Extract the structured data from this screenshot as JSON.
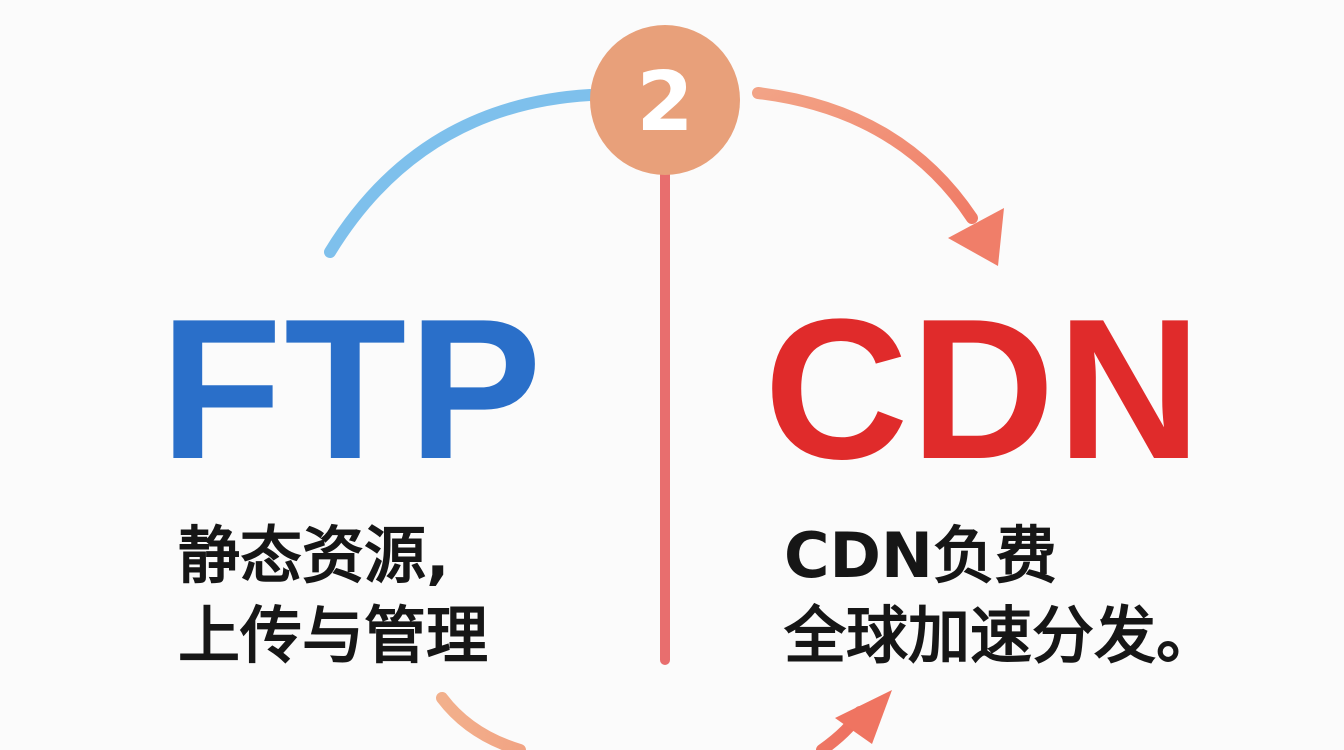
{
  "step": {
    "number": "2",
    "badge_color": "#e8a07a"
  },
  "left": {
    "title": "FTP",
    "title_color": "#2a6fc9",
    "description": [
      "静态资源,",
      "上传与管理"
    ]
  },
  "right": {
    "title": "CDN",
    "title_color": "#e02b2b",
    "description": [
      "CDN负费",
      "全球加速分发。"
    ]
  },
  "colors": {
    "arc_left": "#7ec0ec",
    "arc_right": "#f28c6e",
    "divider": "#e86e6e",
    "text": "#161616"
  },
  "icons": {
    "top_right_arrow": "arrow-head-icon",
    "bottom_arrow": "arrow-head-icon"
  }
}
